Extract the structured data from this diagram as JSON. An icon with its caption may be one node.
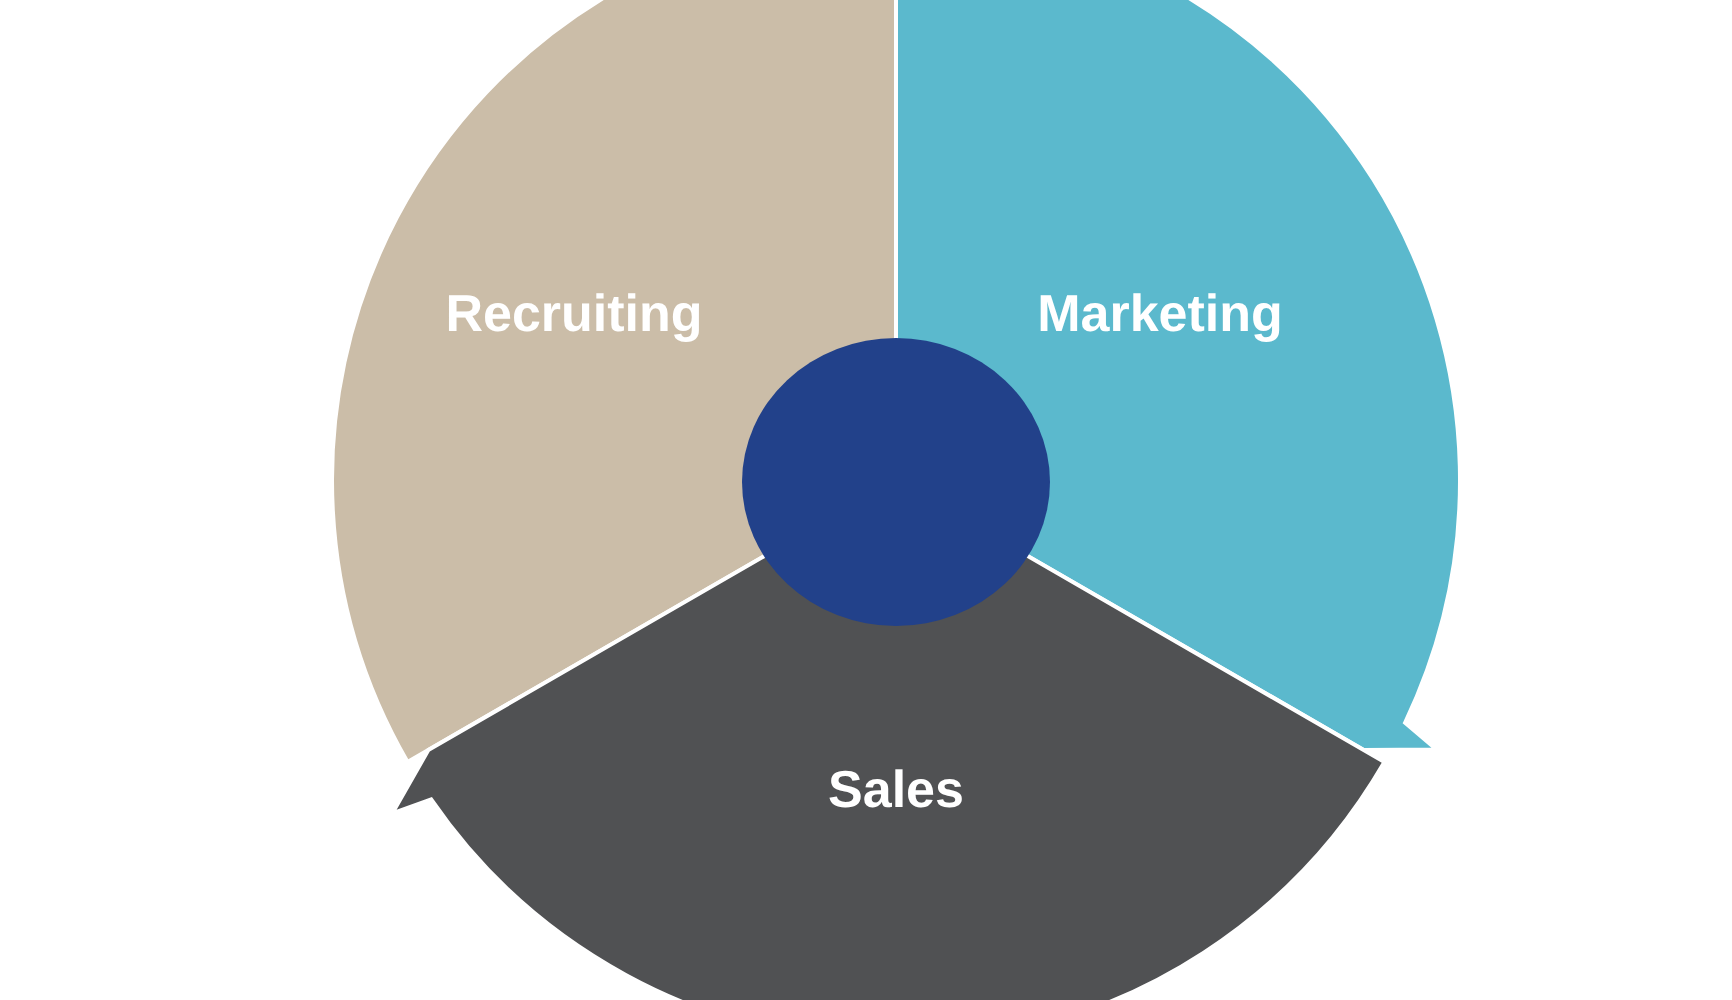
{
  "diagram": {
    "nodes": [
      {
        "text": [
          "Recruiting"
        ]
      },
      {
        "text": [
          "Marketing"
        ]
      },
      {
        "text": [
          "Sales"
        ]
      },
      {
        "text": [],
        "shape": "circle"
      }
    ]
  }
}
